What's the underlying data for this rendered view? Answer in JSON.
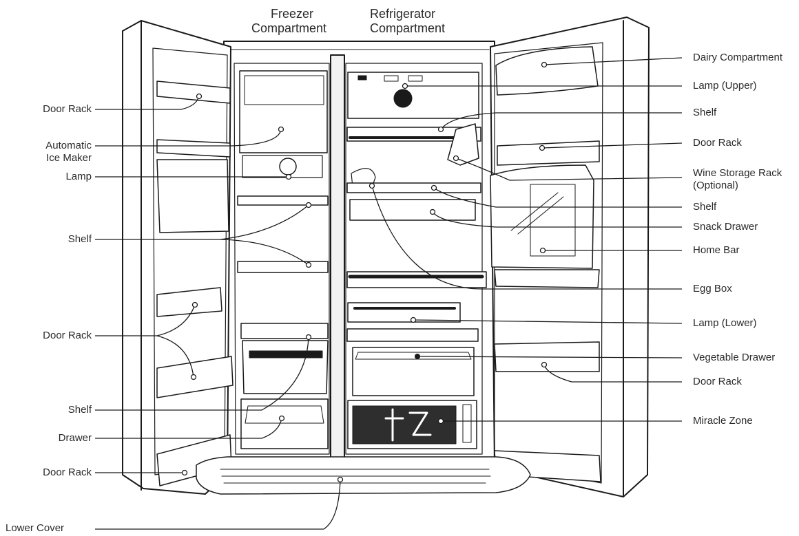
{
  "headers": {
    "freezer": [
      "Freezer",
      "Compartment"
    ],
    "refrigerator": [
      "Refrigerator",
      "Compartment"
    ]
  },
  "left_labels": {
    "door_rack_top": "Door Rack",
    "automatic_ice_maker": [
      "Automatic",
      "Ice Maker"
    ],
    "lamp": "Lamp",
    "shelf_upper": "Shelf",
    "door_rack_middle": "Door Rack",
    "shelf_lower": "Shelf",
    "drawer": "Drawer",
    "door_rack_bottom": "Door Rack",
    "lower_cover": "Lower Cover"
  },
  "right_labels": {
    "dairy_compartment": "Dairy Compartment",
    "lamp_upper": "Lamp (Upper)",
    "shelf_top": "Shelf",
    "door_rack_top": "Door Rack",
    "wine_storage_rack": [
      "Wine Storage Rack",
      "(Optional)"
    ],
    "shelf_middle": "Shelf",
    "snack_drawer": "Snack Drawer",
    "home_bar": "Home Bar",
    "egg_box": "Egg Box",
    "lamp_lower": "Lamp (Lower)",
    "vegetable_drawer": "Vegetable Drawer",
    "door_rack_bottom": "Door Rack",
    "miracle_zone": "Miracle Zone"
  }
}
